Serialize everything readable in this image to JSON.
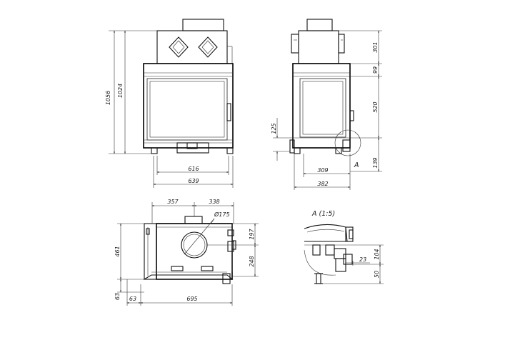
{
  "front_view": {
    "dims": {
      "h_total": "1056",
      "h_body": "1024",
      "w_inner": "616",
      "w_outer": "639"
    }
  },
  "side_view": {
    "dims": {
      "top": "301",
      "band": "99",
      "glass": "520",
      "bottom": "139",
      "left_h": "125",
      "depth_inner": "309",
      "depth_outer": "382"
    },
    "detail_marker": "A"
  },
  "plan_view": {
    "dims": {
      "w_left": "357",
      "w_right": "338",
      "diameter": "Ø175",
      "d_top": "197",
      "d_bottom": "248",
      "h_left": "461",
      "offset_v": "63",
      "offset_h": "63",
      "w_total": "695"
    }
  },
  "detail_view": {
    "title": "A (1:5)",
    "dims": {
      "d_23": "23",
      "d_104": "104",
      "d_50": "50"
    }
  }
}
